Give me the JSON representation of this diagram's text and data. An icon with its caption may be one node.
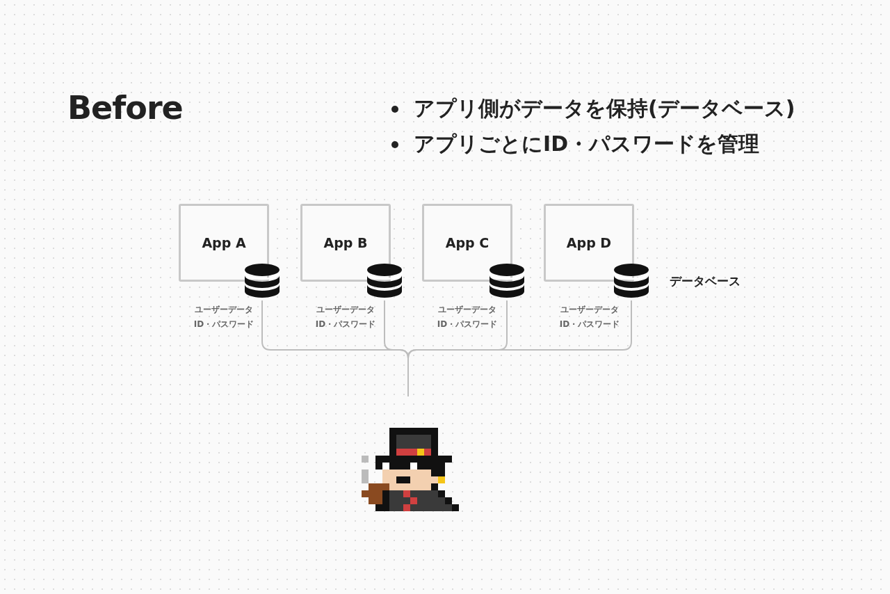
{
  "diagram": {
    "title": "Before",
    "nodes": [
      {
        "text": [
          "App A"
        ]
      },
      {
        "text": [
          "App B"
        ]
      },
      {
        "text": [
          "App C"
        ]
      },
      {
        "text": [
          "App D"
        ]
      },
      {
        "text": [],
        "shape": "cylinder",
        "beside": [
          "ユーザーデータ",
          "ID・パスワード"
        ]
      },
      {
        "text": [],
        "shape": "cylinder",
        "beside": [
          "ユーザーデータ",
          "ID・パスワード"
        ]
      },
      {
        "text": [],
        "shape": "cylinder",
        "beside": [
          "ユーザーデータ",
          "ID・パスワード"
        ]
      },
      {
        "text": [],
        "shape": "cylinder",
        "beside": [
          "ユーザーデータ",
          "ID・パスワード"
        ]
      },
      {
        "text": [],
        "shape": "person"
      }
    ],
    "edges": [
      {
        "from": 4,
        "to": 8,
        "arrow": "none"
      },
      {
        "from": 5,
        "to": 8,
        "arrow": "none"
      },
      {
        "from": 6,
        "to": 8,
        "arrow": "none"
      },
      {
        "from": 7,
        "to": 8,
        "arrow": "none"
      }
    ],
    "labels": [
      "アプリ側がデータを保持(データベース)",
      "アプリごとにID・パスワードを管理",
      "データベース"
    ]
  }
}
